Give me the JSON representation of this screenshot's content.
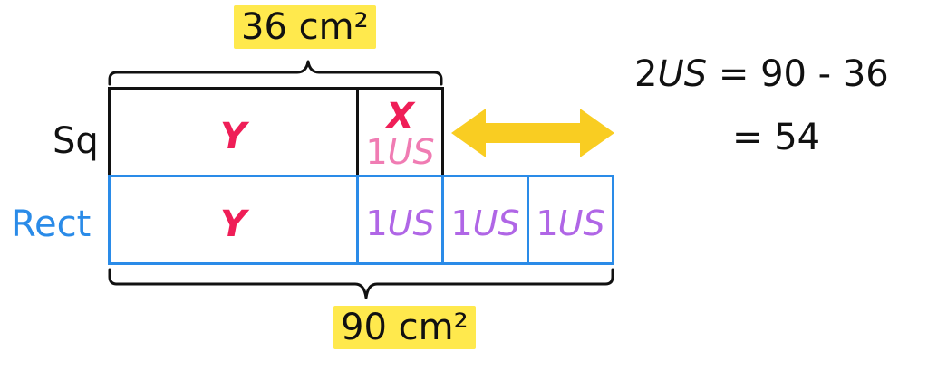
{
  "top_area": "36 cm²",
  "bottom_area": "90 cm²",
  "rows": {
    "square_label": "Sq",
    "rect_label": "Rect"
  },
  "cells": {
    "sq_y": "Y",
    "sq_x": "X",
    "unit_num": "1",
    "unit_var": "US",
    "rect_y": "Y"
  },
  "equation": {
    "line1_prefix": "2",
    "line1_var": "US",
    "line1_rest": " = 90 - 36",
    "line2": "= 54"
  },
  "colors": {
    "highlight": "#ffe94d",
    "square_border": "#111111",
    "rect_border": "#2a8be8",
    "variable": "#ef1e57",
    "unit_pink": "#f07cb3",
    "unit_purple": "#b066e6",
    "arrow": "#f9cd22"
  },
  "icons": [
    "double-arrow-icon",
    "top-brace-icon",
    "bottom-brace-icon"
  ]
}
